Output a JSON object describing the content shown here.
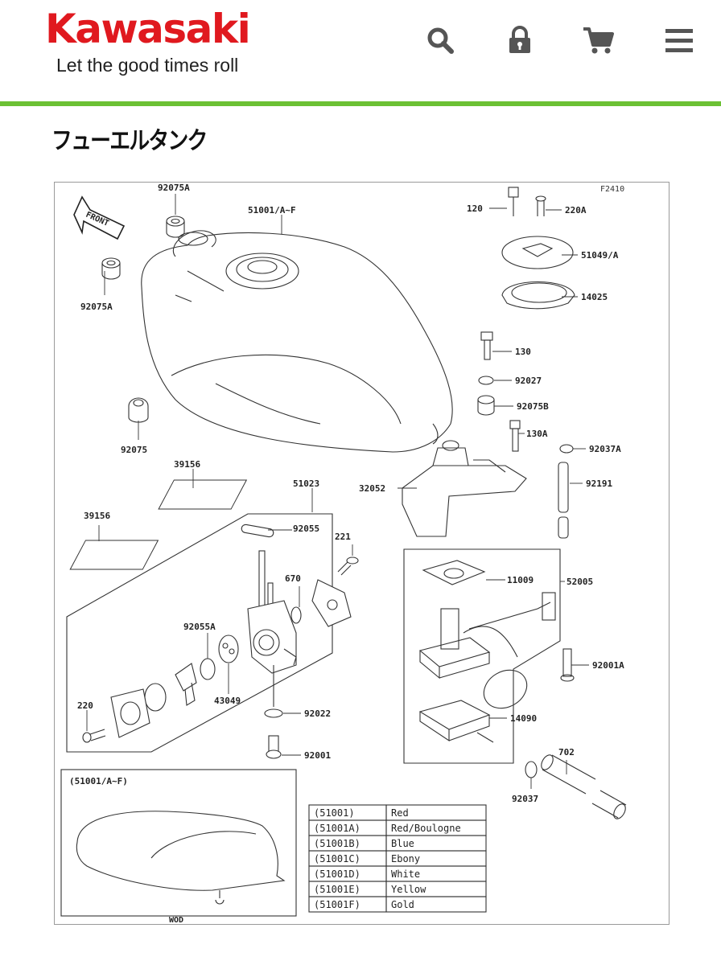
{
  "header": {
    "brand": "Kawasaki",
    "tagline": "Let the good times roll",
    "icons": [
      "search-icon",
      "lock-icon",
      "cart-icon",
      "menu-icon"
    ],
    "brand_color": "#e0191f",
    "accent_bar_color": "#6cc134"
  },
  "page": {
    "title": "フューエルタンク"
  },
  "diagram": {
    "figure_code": "F2410",
    "front_label": "FRONT",
    "inset_label": "(51001/A~F)",
    "inset_tag": "WOD",
    "callouts": {
      "p92075A_top": "92075A",
      "p51001": "51001/A~F",
      "p92075A_left": "92075A",
      "p92075": "92075",
      "p39156_a": "39156",
      "p39156_b": "39156",
      "p51023": "51023",
      "p92055": "92055",
      "p221": "221",
      "p670": "670",
      "p92055A": "92055A",
      "p43049": "43049",
      "p220": "220",
      "p92022": "92022",
      "p92001": "92001",
      "p120": "120",
      "p220A": "220A",
      "p51049A": "51049/A",
      "p14025": "14025",
      "p130": "130",
      "p92027": "92027",
      "p92075B": "92075B",
      "p130A": "130A",
      "p92037A": "92037A",
      "p32052": "32052",
      "p92191": "92191",
      "p11009": "11009",
      "p52005": "52005",
      "p92001A": "92001A",
      "p14090": "14090",
      "p702": "702",
      "p92037": "92037"
    },
    "color_table": [
      {
        "code": "(51001)",
        "color": "Red"
      },
      {
        "code": "(51001A)",
        "color": "Red/Boulogne"
      },
      {
        "code": "(51001B)",
        "color": "Blue"
      },
      {
        "code": "(51001C)",
        "color": "Ebony"
      },
      {
        "code": "(51001D)",
        "color": "White"
      },
      {
        "code": "(51001E)",
        "color": "Yellow"
      },
      {
        "code": "(51001F)",
        "color": "Gold"
      }
    ]
  }
}
